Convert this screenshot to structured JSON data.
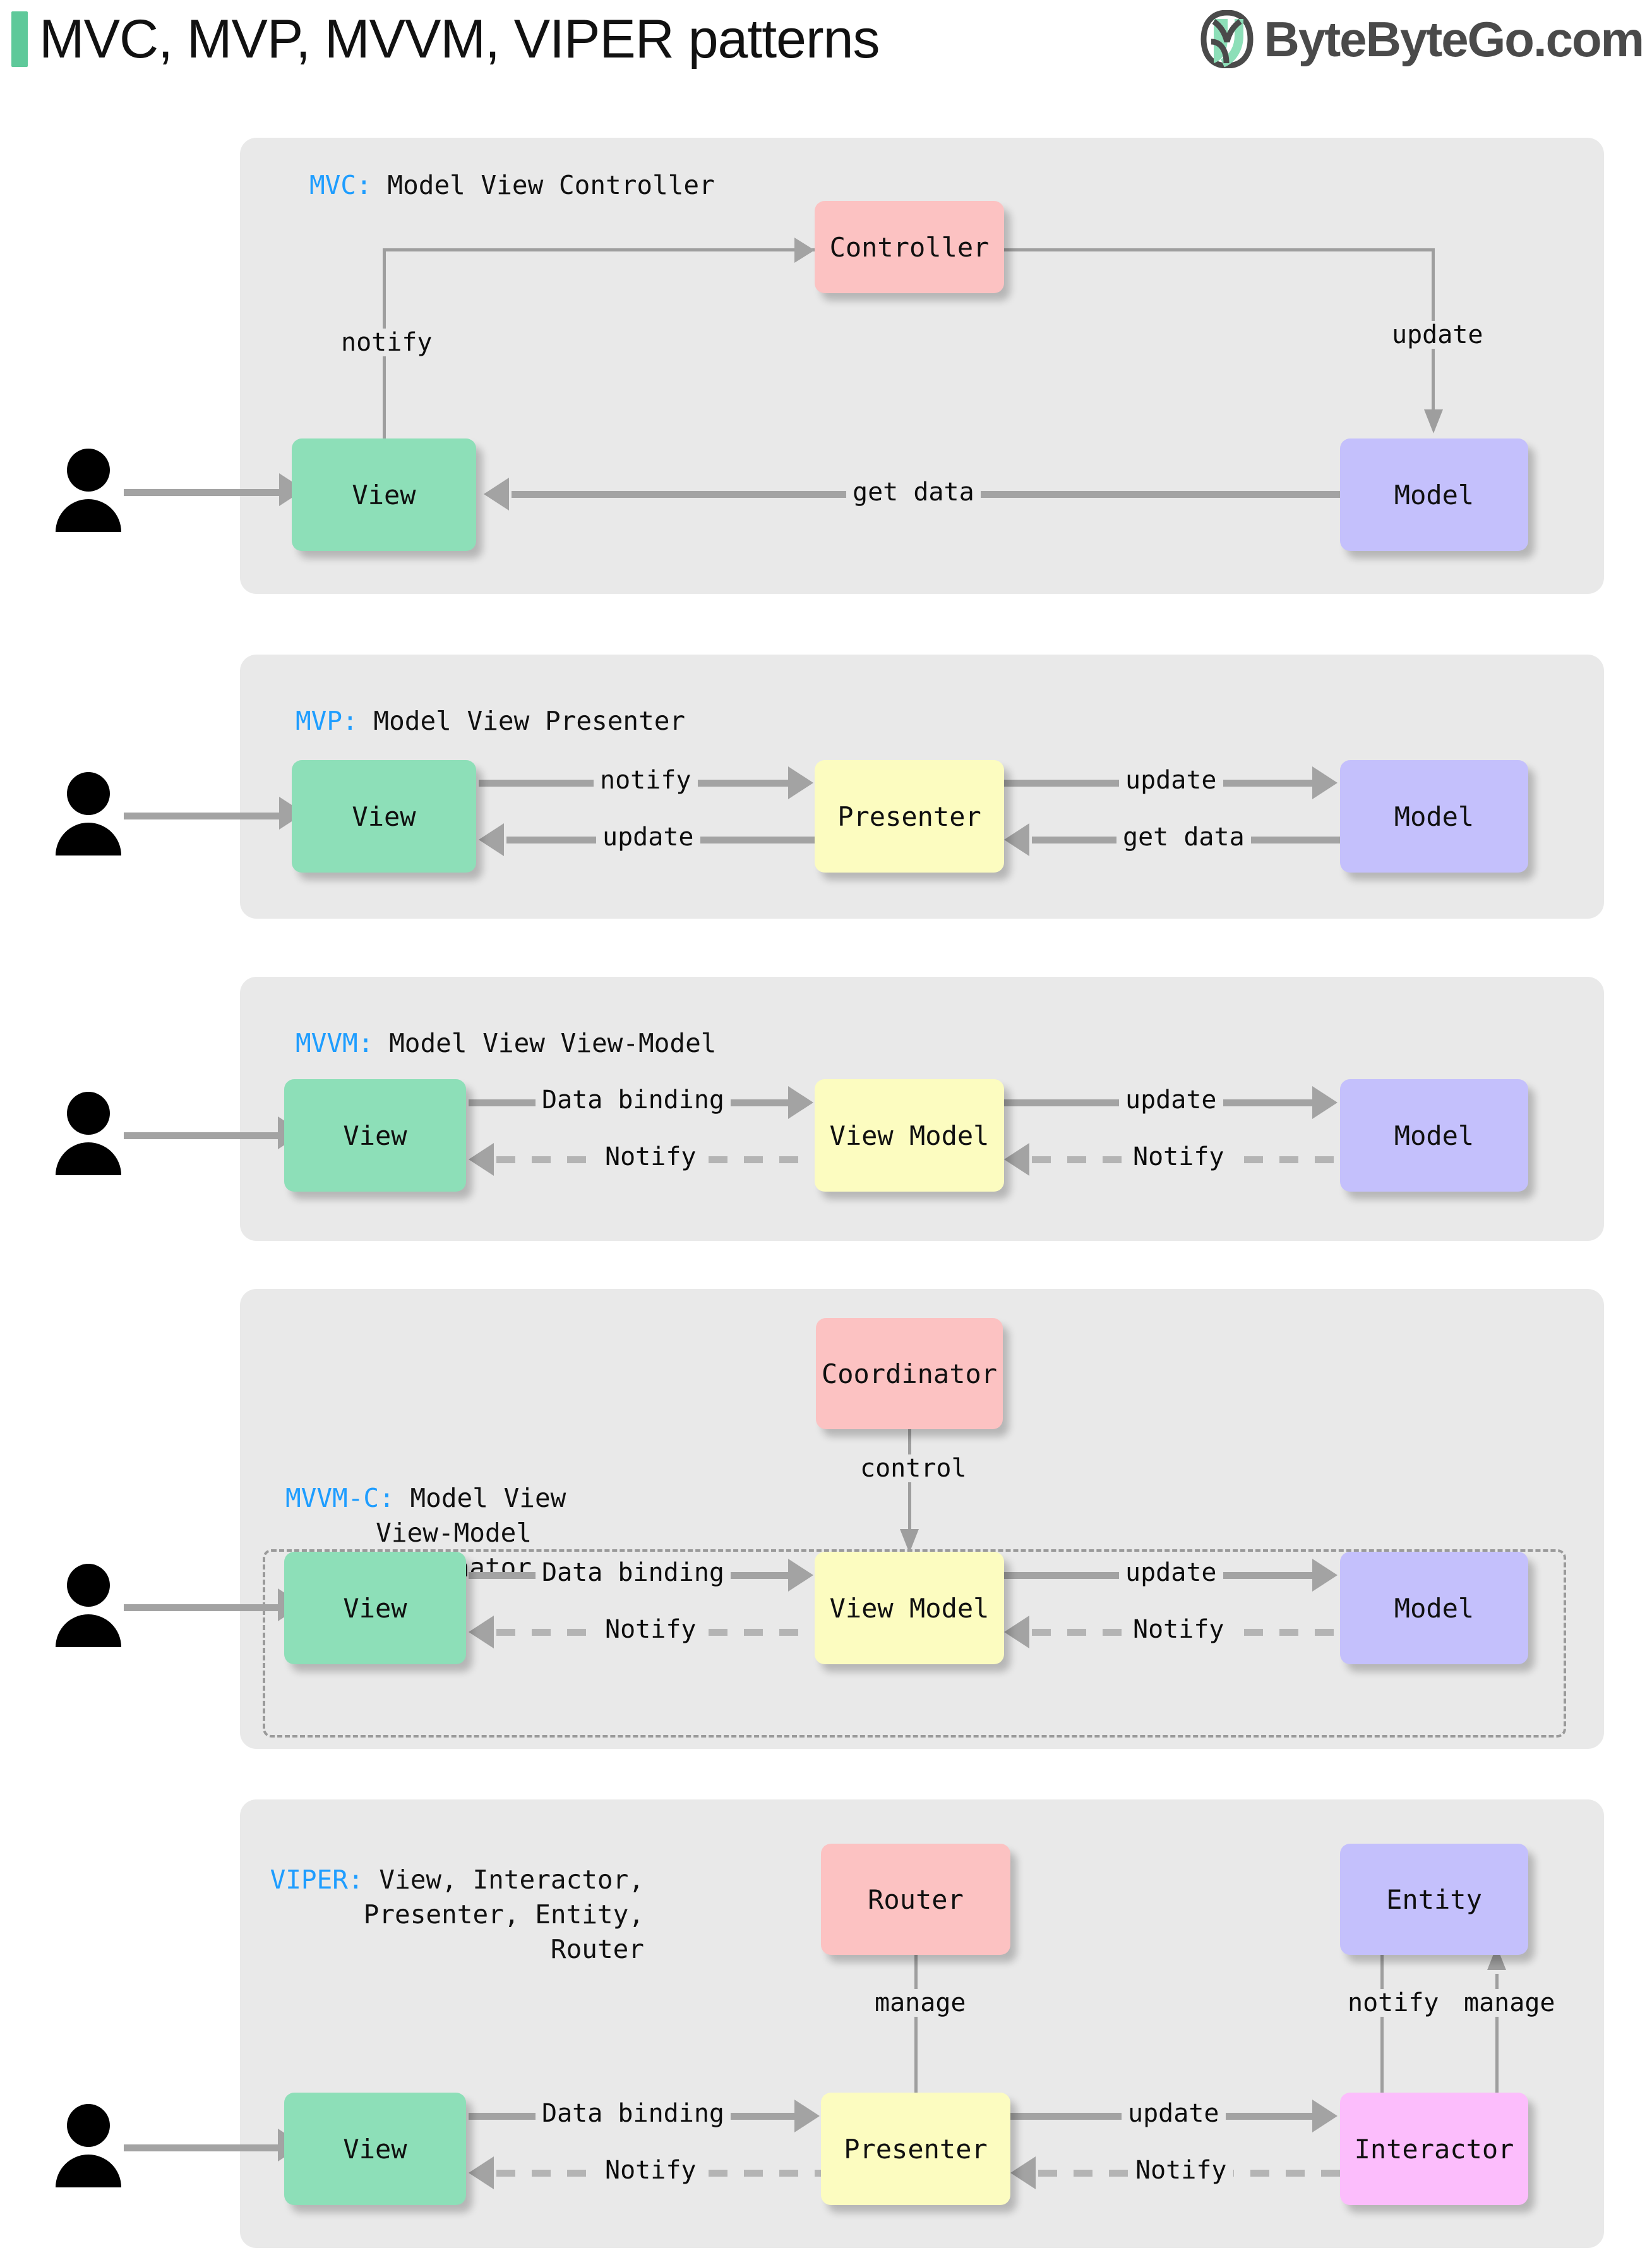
{
  "header": {
    "title": "MVC, MVP, MVVM, VIPER patterns",
    "accent_color": "#5ec99a",
    "brand_text": "ByteByteGo.com",
    "brand_icon": "bytebytego-leaf-logo"
  },
  "colors": {
    "panel_bg": "#e9e9e9",
    "view": "#8ddfb8",
    "model": "#c4c0fc",
    "controller": "#fcc2c2",
    "presenter": "#fcfcc0",
    "interactor": "#fcbdfc",
    "acronym": "#1e9dff",
    "connector": "#a3a3a3"
  },
  "chart_data": {
    "type": "diagram",
    "title": "MVC, MVP, MVVM, VIPER patterns",
    "panels": [
      {
        "id": "mvc",
        "acronym": "MVC:",
        "expansion": "Model View Controller",
        "nodes": [
          "View",
          "Controller",
          "Model"
        ],
        "edges": [
          {
            "from": "user",
            "to": "View",
            "label": "",
            "style": "solid"
          },
          {
            "from": "View",
            "to": "Controller",
            "label": "notify",
            "style": "solid"
          },
          {
            "from": "Controller",
            "to": "Model",
            "label": "update",
            "style": "solid"
          },
          {
            "from": "Model",
            "to": "View",
            "label": "get data",
            "style": "solid"
          }
        ]
      },
      {
        "id": "mvp",
        "acronym": "MVP:",
        "expansion": "Model View Presenter",
        "nodes": [
          "View",
          "Presenter",
          "Model"
        ],
        "edges": [
          {
            "from": "user",
            "to": "View",
            "label": "",
            "style": "solid"
          },
          {
            "from": "View",
            "to": "Presenter",
            "label": "notify",
            "style": "solid"
          },
          {
            "from": "Presenter",
            "to": "Model",
            "label": "update",
            "style": "solid"
          },
          {
            "from": "Model",
            "to": "Presenter",
            "label": "get data",
            "style": "solid"
          },
          {
            "from": "Presenter",
            "to": "View",
            "label": "update",
            "style": "solid"
          }
        ]
      },
      {
        "id": "mvvm",
        "acronym": "MVVM:",
        "expansion": "Model View View-Model",
        "nodes": [
          "View",
          "View Model",
          "Model"
        ],
        "edges": [
          {
            "from": "user",
            "to": "View",
            "label": "",
            "style": "solid"
          },
          {
            "from": "View",
            "to": "View Model",
            "label": "Data binding",
            "style": "solid"
          },
          {
            "from": "View Model",
            "to": "Model",
            "label": "update",
            "style": "solid"
          },
          {
            "from": "Model",
            "to": "View Model",
            "label": "Notify",
            "style": "dashed"
          },
          {
            "from": "View Model",
            "to": "View",
            "label": "Notify",
            "style": "dashed"
          }
        ]
      },
      {
        "id": "mvvm-c",
        "acronym": "MVVM-C:",
        "expansion_lines": [
          "Model View",
          "View-Model",
          "Coordinator"
        ],
        "nodes": [
          "Coordinator",
          "View",
          "View Model",
          "Model"
        ],
        "edges": [
          {
            "from": "Coordinator",
            "to": "group",
            "label": "control",
            "style": "solid"
          },
          {
            "from": "user",
            "to": "View",
            "label": "",
            "style": "solid"
          },
          {
            "from": "View",
            "to": "View Model",
            "label": "Data binding",
            "style": "solid"
          },
          {
            "from": "View Model",
            "to": "Model",
            "label": "update",
            "style": "solid"
          },
          {
            "from": "Model",
            "to": "View Model",
            "label": "Notify",
            "style": "dashed"
          },
          {
            "from": "View Model",
            "to": "View",
            "label": "Notify",
            "style": "dashed"
          }
        ]
      },
      {
        "id": "viper",
        "acronym": "VIPER:",
        "expansion_lines": [
          "View, Interactor,",
          "Presenter, Entity,",
          "Router"
        ],
        "nodes": [
          "Router",
          "Entity",
          "View",
          "Presenter",
          "Interactor"
        ],
        "edges": [
          {
            "from": "Router",
            "to": "Presenter",
            "label": "manage",
            "style": "solid"
          },
          {
            "from": "Entity",
            "to": "Interactor",
            "label": "notify",
            "style": "solid"
          },
          {
            "from": "Interactor",
            "to": "Entity",
            "label": "manage",
            "style": "solid"
          },
          {
            "from": "user",
            "to": "View",
            "label": "",
            "style": "solid"
          },
          {
            "from": "View",
            "to": "Presenter",
            "label": "Data binding",
            "style": "solid"
          },
          {
            "from": "Presenter",
            "to": "Interactor",
            "label": "update",
            "style": "solid"
          },
          {
            "from": "Interactor",
            "to": "Presenter",
            "label": "Notify",
            "style": "dashed"
          },
          {
            "from": "Presenter",
            "to": "View",
            "label": "Notify",
            "style": "dashed"
          }
        ]
      }
    ]
  },
  "mvc": {
    "acronym": "MVC:",
    "expansion": " Model View Controller",
    "view": "View",
    "controller": "Controller",
    "model": "Model",
    "notify": "notify",
    "update": "update",
    "get_data": "get data"
  },
  "mvp": {
    "acronym": "MVP:",
    "expansion": " Model View Presenter",
    "view": "View",
    "presenter": "Presenter",
    "model": "Model",
    "notify": "notify",
    "update_in": "update",
    "update_back": "update",
    "get_data": "get data"
  },
  "mvvm": {
    "acronym": "MVVM:",
    "expansion": " Model View View-Model",
    "view": "View",
    "viewmodel": "View Model",
    "model": "Model",
    "data_binding": "Data binding",
    "update": "update",
    "notify_left": "Notify",
    "notify_right": "Notify"
  },
  "mvvmc": {
    "acronym": "MVVM-C:",
    "expansion_l1": " Model View",
    "expansion_l2": "View-Model",
    "expansion_l3": "Coordinator",
    "coordinator": "Coordinator",
    "control": "control",
    "view": "View",
    "viewmodel": "View Model",
    "model": "Model",
    "data_binding": "Data binding",
    "update": "update",
    "notify_left": "Notify",
    "notify_right": "Notify"
  },
  "viper": {
    "acronym": "VIPER:",
    "expansion_l1": " View, Interactor,",
    "expansion_l2": "Presenter, Entity,",
    "expansion_l3": "Router",
    "router": "Router",
    "entity": "Entity",
    "manage_router": "manage",
    "notify_entity": "notify",
    "manage_entity": "manage",
    "view": "View",
    "presenter": "Presenter",
    "interactor": "Interactor",
    "data_binding": "Data binding",
    "update": "update",
    "notify_left": "Notify",
    "notify_right": "Notify"
  }
}
